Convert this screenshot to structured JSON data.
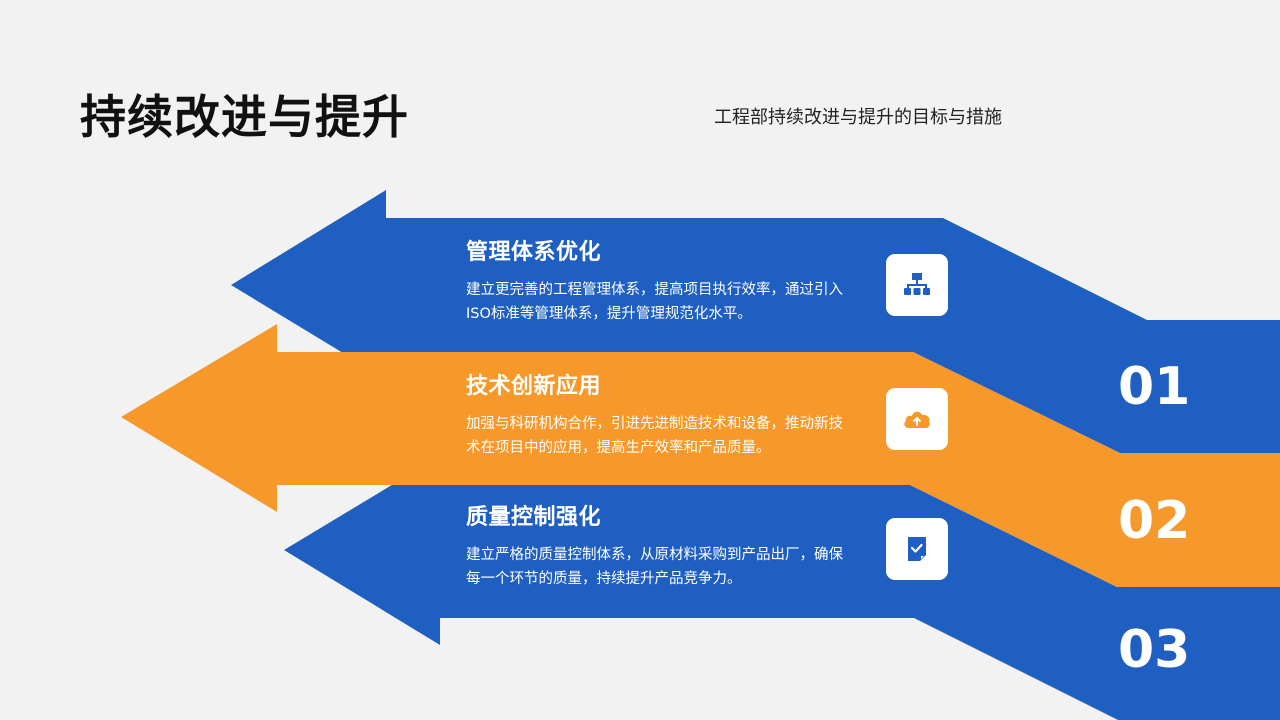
{
  "header": {
    "title": "持续改进与提升",
    "subtitle": "工程部持续改进与提升的目标与措施"
  },
  "colors": {
    "background": "#f2f2f2",
    "blue": "#1f5fc2",
    "orange": "#f7982a",
    "text_light": "#ffffff",
    "title_text": "#111111"
  },
  "items": [
    {
      "number": "01",
      "title": "管理体系优化",
      "description": "建立更完善的工程管理体系，提高项目执行效率，通过引入ISO标准等管理体系，提升管理规范化水平。",
      "icon": "org-chart-icon",
      "color": "#1f5fc2"
    },
    {
      "number": "02",
      "title": "技术创新应用",
      "description": "加强与科研机构合作，引进先进制造技术和设备，推动新技术在项目中的应用，提高生产效率和产品质量。",
      "icon": "cloud-upload-icon",
      "color": "#f7982a"
    },
    {
      "number": "03",
      "title": "质量控制强化",
      "description": "建立严格的质量控制体系，从原材料采购到产品出厂，确保每一个环节的质量，持续提升产品竞争力。",
      "icon": "document-check-icon",
      "color": "#1f5fc2"
    }
  ]
}
